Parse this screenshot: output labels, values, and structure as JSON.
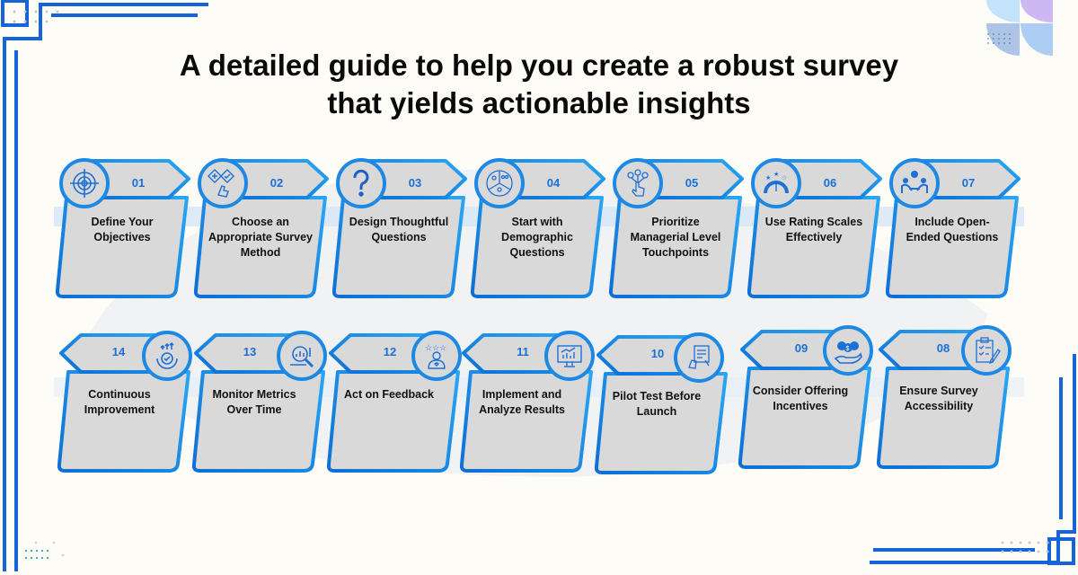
{
  "title": {
    "line1": "A detailed guide to help you create a robust survey",
    "line2": "that yields actionable insights"
  },
  "colors": {
    "accent": "#1e88e5",
    "accent_dark": "#0d6fd6",
    "card_fill": "#d9d9d9",
    "number_text": "#1a6fd6",
    "background": "#fdfcf6"
  },
  "steps": [
    {
      "num": "01",
      "label": "Define Your Objectives",
      "icon": "target-icon"
    },
    {
      "num": "02",
      "label": "Choose an Appropriate Survey Method",
      "icon": "hand-select-icon"
    },
    {
      "num": "03",
      "label": "Design Thoughtful Questions",
      "icon": "question-mark-icon"
    },
    {
      "num": "04",
      "label": "Start with Demographic Questions",
      "icon": "demographics-pie-icon"
    },
    {
      "num": "05",
      "label": "Prioritize Managerial Level Touchpoints",
      "icon": "touch-nodes-icon"
    },
    {
      "num": "06",
      "label": "Use Rating Scales Effectively",
      "icon": "rating-gauge-icon"
    },
    {
      "num": "07",
      "label": "Include Open-Ended Questions",
      "icon": "conversation-icon"
    },
    {
      "num": "08",
      "label": "Ensure Survey Accessibility",
      "icon": "clipboard-checklist-icon"
    },
    {
      "num": "09",
      "label": "Consider Offering Incentives",
      "icon": "money-bags-hand-icon"
    },
    {
      "num": "10",
      "label": "Pilot Test Before Launch",
      "icon": "pilot-test-icon"
    },
    {
      "num": "11",
      "label": "Implement and Analyze Results",
      "icon": "monitor-chart-icon"
    },
    {
      "num": "12",
      "label": "Act on Feedback",
      "icon": "user-stars-icon"
    },
    {
      "num": "13",
      "label": "Monitor Metrics Over Time",
      "icon": "chart-magnifier-icon"
    },
    {
      "num": "14",
      "label": "Continuous Improvement",
      "icon": "gear-arrows-icon"
    }
  ]
}
